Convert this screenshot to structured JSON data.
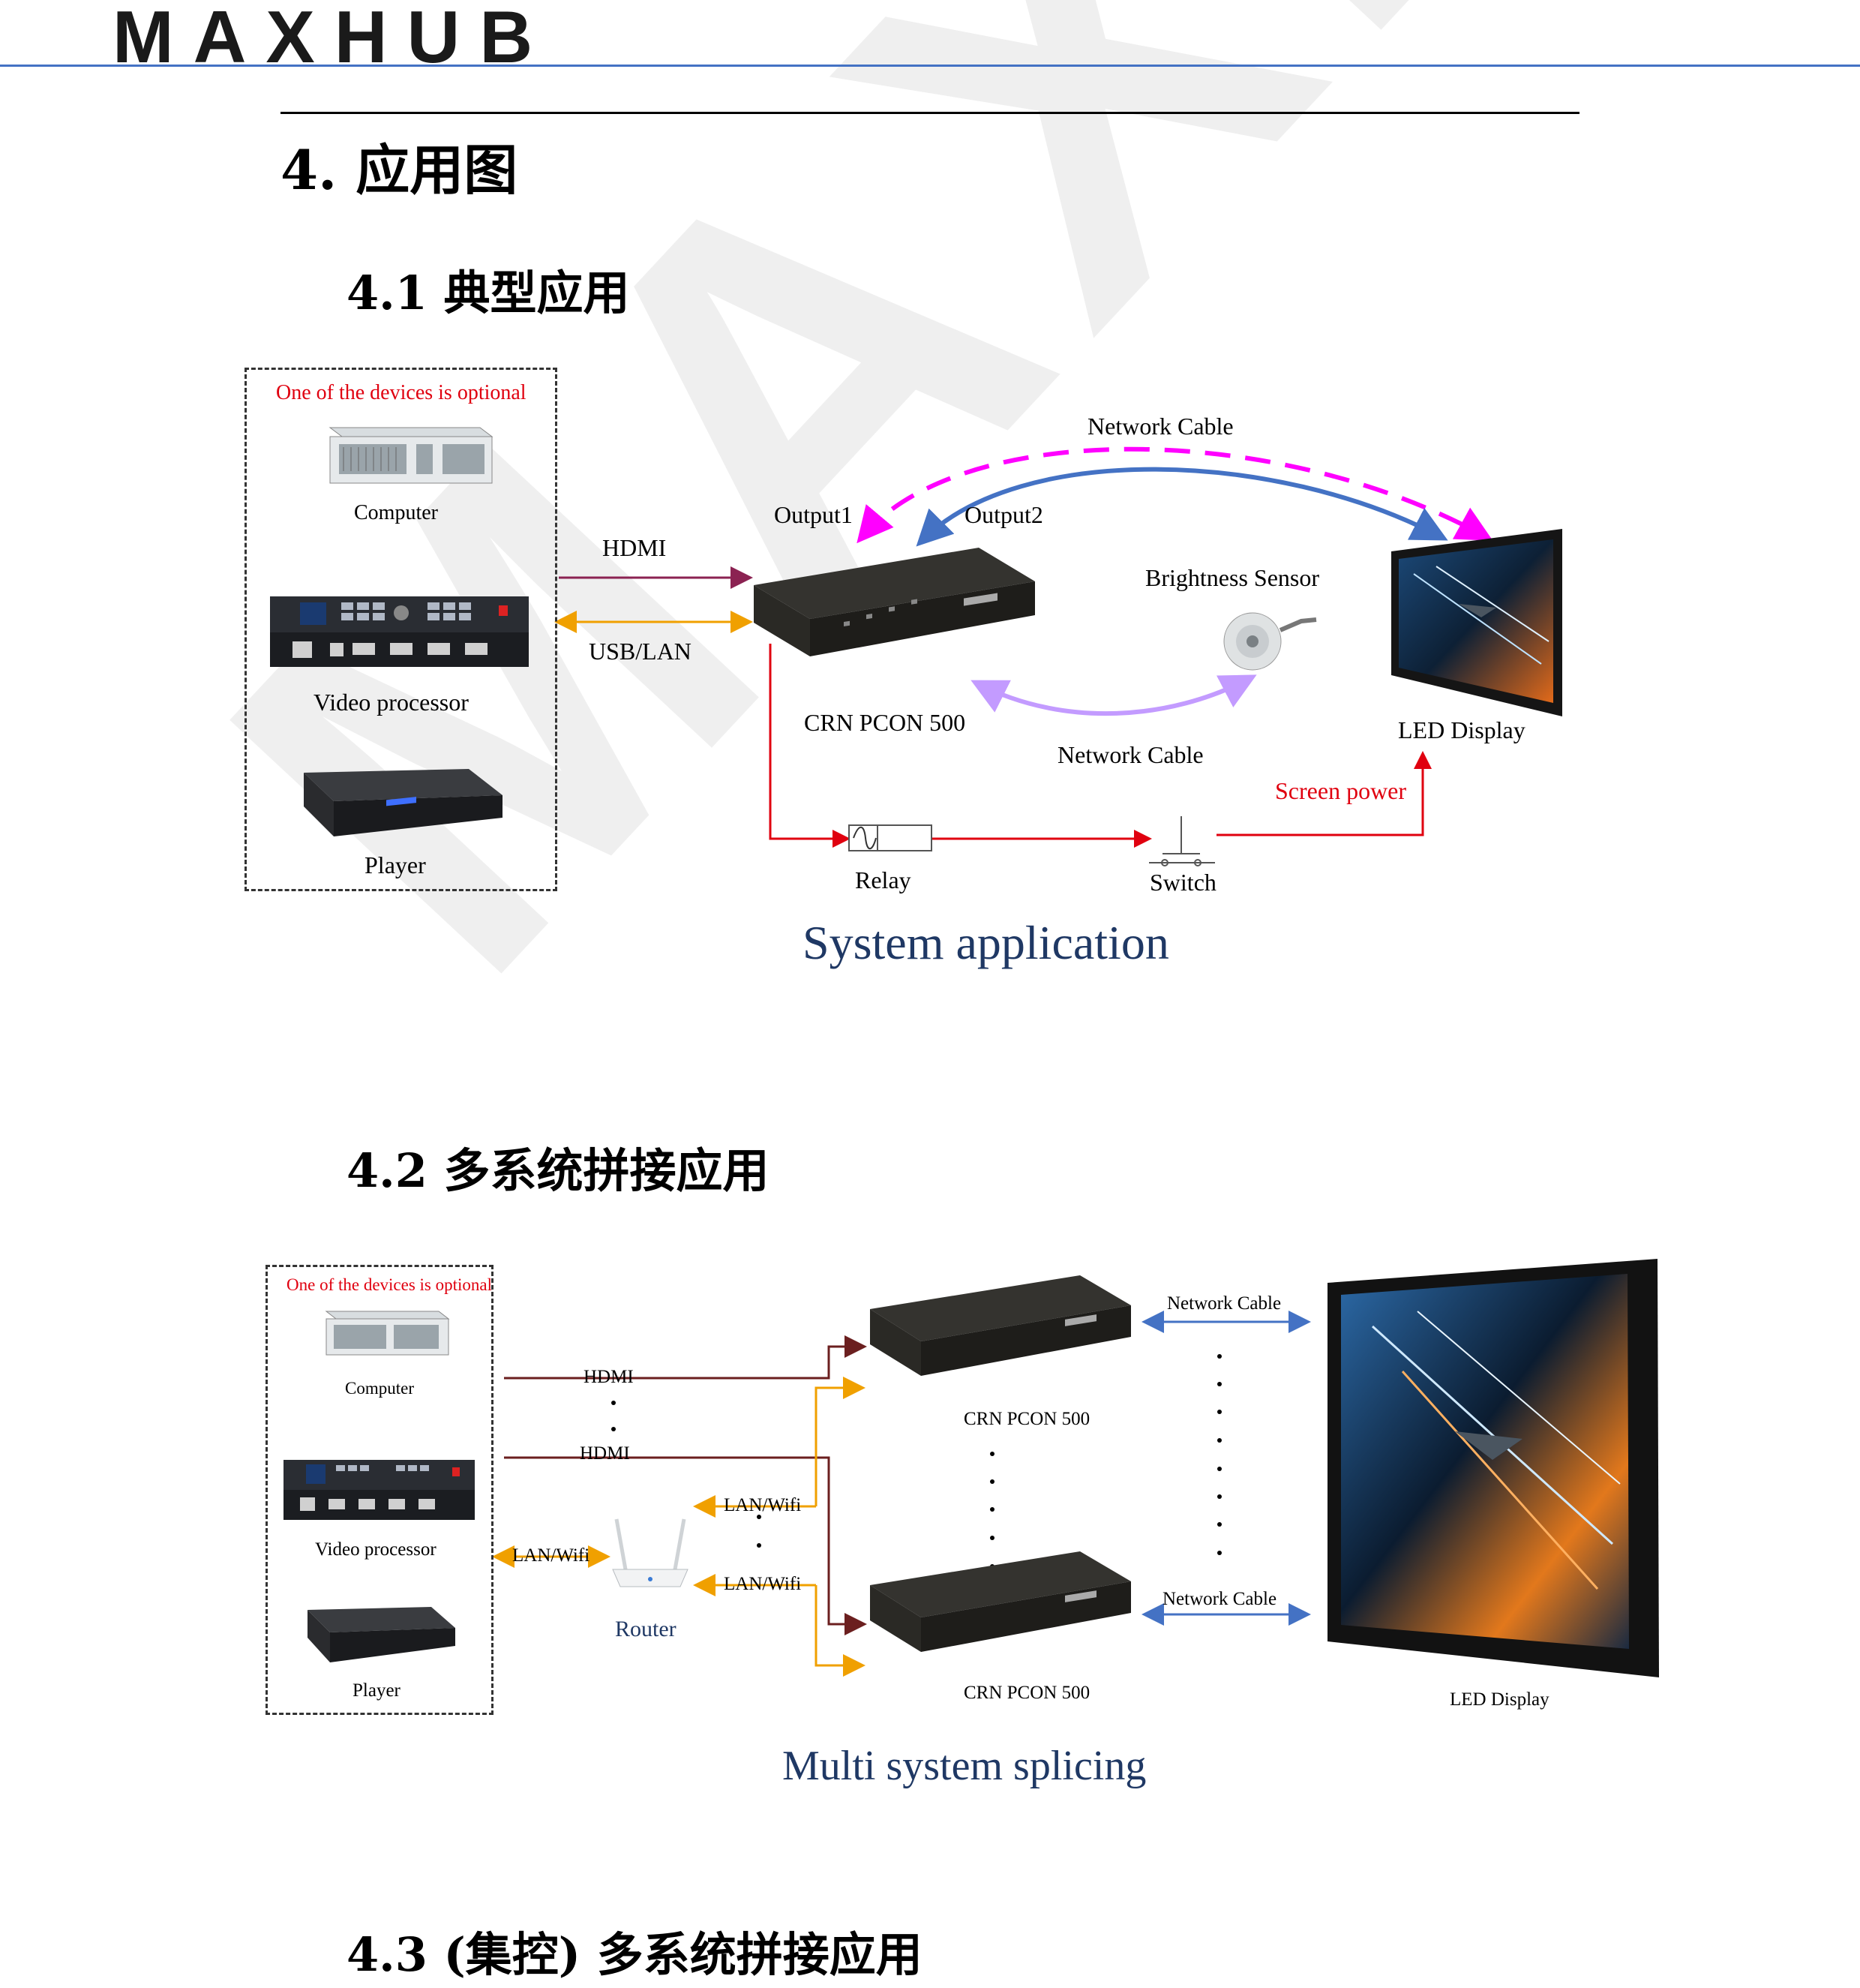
{
  "header": {
    "logo": "MAXHUB"
  },
  "section": {
    "title": "4.  应用图"
  },
  "s41": {
    "title": "4.1 典型应用",
    "optional_note": "One of the devices is optional",
    "computer": "Computer",
    "video_processor": "Video processor",
    "player": "Player",
    "hdmi": "HDMI",
    "usb_lan": "USB/LAN",
    "output1": "Output1",
    "output2": "Output2",
    "network_cable_top": "Network Cable",
    "controller": "CRN PCON 500",
    "brightness_sensor": "Brightness Sensor",
    "network_cable_bottom": "Network Cable",
    "led_display": "LED Display",
    "screen_power": "Screen power",
    "relay": "Relay",
    "switch": "Switch",
    "caption": "System application"
  },
  "s42": {
    "title": "4.2 多系统拼接应用",
    "optional_note": "One of the devices is optional",
    "computer": "Computer",
    "video_processor": "Video processor",
    "player": "Player",
    "hdmi_1": "HDMI",
    "hdmi_2": "HDMI",
    "lan_wifi_left": "LAN/Wifi",
    "lan_wifi_1": "LAN/Wifi",
    "lan_wifi_2": "LAN/Wifi",
    "router": "Router",
    "controller_1": "CRN PCON 500",
    "controller_2": "CRN PCON 500",
    "network_cable_1": "Network Cable",
    "network_cable_2": "Network Cable",
    "led_display": "LED Display",
    "caption": "Multi system splicing"
  },
  "s43": {
    "title": "4.3 (集控)  多系统拼接应用"
  },
  "colors": {
    "header_line": "#4472c4",
    "hdmi_line": "#8b2252",
    "usb_line": "#f0a000",
    "magenta_cable": "#ff00ff",
    "blue_cable": "#4472c4",
    "lilac_cable": "#c39bff",
    "power_line": "#e0000f",
    "caption": "#1f3864"
  }
}
